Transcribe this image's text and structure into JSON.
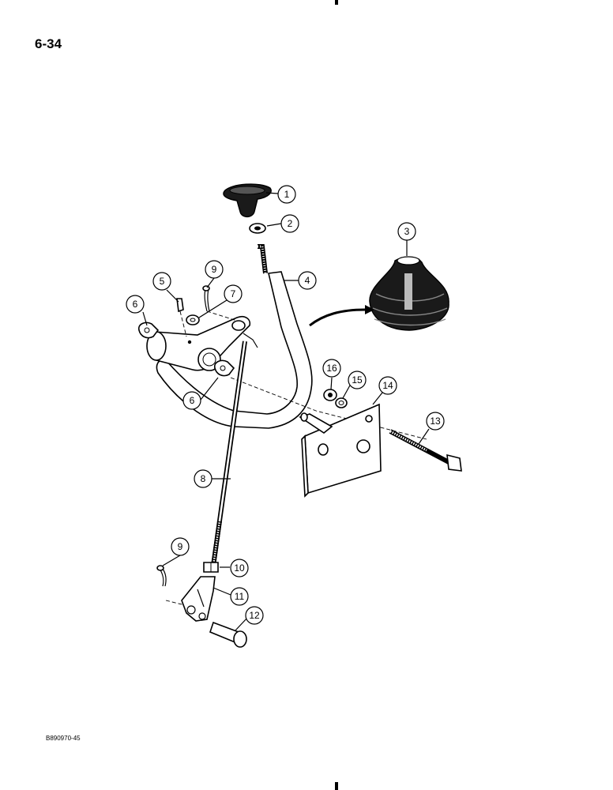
{
  "page": {
    "number": "6-34",
    "doc_code": "B890970-45"
  },
  "callouts": [
    {
      "id": "c1",
      "label": "1"
    },
    {
      "id": "c2",
      "label": "2"
    },
    {
      "id": "c3",
      "label": "3"
    },
    {
      "id": "c4",
      "label": "4"
    },
    {
      "id": "c5",
      "label": "5"
    },
    {
      "id": "c6a",
      "label": "6"
    },
    {
      "id": "c6b",
      "label": "6"
    },
    {
      "id": "c7",
      "label": "7"
    },
    {
      "id": "c8",
      "label": "8"
    },
    {
      "id": "c9a",
      "label": "9"
    },
    {
      "id": "c9b",
      "label": "9"
    },
    {
      "id": "c10",
      "label": "10"
    },
    {
      "id": "c11",
      "label": "11"
    },
    {
      "id": "c12",
      "label": "12"
    },
    {
      "id": "c13",
      "label": "13"
    },
    {
      "id": "c14",
      "label": "14"
    },
    {
      "id": "c15",
      "label": "15"
    },
    {
      "id": "c16",
      "label": "16"
    }
  ]
}
